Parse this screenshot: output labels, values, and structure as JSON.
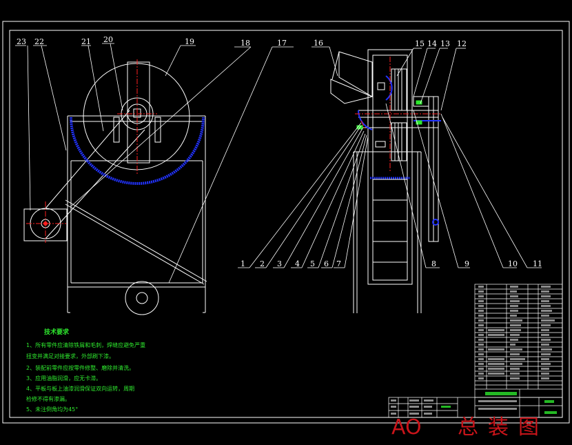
{
  "balloons": {
    "b1": "1",
    "b2": "2",
    "b3": "3",
    "b4": "4",
    "b5": "5",
    "b6": "6",
    "b7": "7",
    "b8": "8",
    "b9": "9",
    "b10": "10",
    "b11": "11",
    "b12": "12",
    "b13": "13",
    "b14": "14",
    "b15": "15",
    "b16": "16",
    "b17": "17",
    "b18": "18",
    "b19": "19",
    "b20": "20",
    "b21": "21",
    "b22": "22",
    "b23": "23"
  },
  "requirements": {
    "title": "技术要求",
    "items": [
      "1、所有零件应清除铁屑和毛刺，焊缝应避免严重",
      "   扭变并满足对接要求，外部刷下漆。",
      "2、装配前零件应按零件修整、磨除并清洗。",
      "3、应用油脂润滑，应无卡滞。",
      "4、平板与板上油漆润滑保证双向运转，周期",
      "   检修不得有渗漏。",
      "5、未注倒角均为45°"
    ]
  },
  "watermark": {
    "latin": "AO",
    "cjk": "总装图"
  },
  "colors": {
    "line": "#ffffff",
    "blue": "#2233ff",
    "red": "#ff2020",
    "green": "#2ee82e",
    "watermark": "#c8141a"
  }
}
